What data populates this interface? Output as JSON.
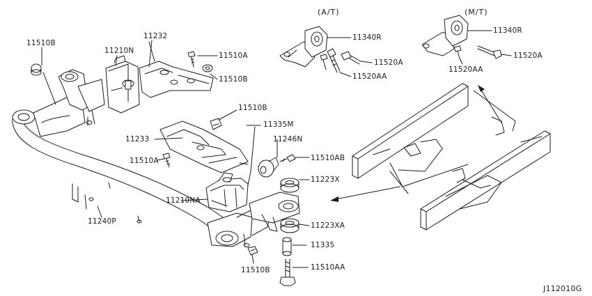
{
  "diagram": {
    "variants": {
      "at": "(A/T)",
      "mt": "(M/T)"
    },
    "callouts": {
      "c11510B_a": "11510B",
      "c11210N": "11210N",
      "c11232": "11232",
      "c11510A_a": "11510A",
      "c11510B_b": "11510B",
      "c11340R_at": "11340R",
      "c11520A_at": "11520A",
      "c11520AA_at": "11520AA",
      "c11340R_mt": "11340R",
      "c11520AA_mt": "11520AA",
      "c11520A_mt": "11520A",
      "c11510B_c": "11510B",
      "c11335M": "11335M",
      "c11233": "11233",
      "c11246N": "11246N",
      "c11510AB": "11510AB",
      "c11510A_b": "11510A",
      "c11223X": "11223X",
      "c11210NA": "11210NA",
      "c11240P": "11240P",
      "c11223XA": "11223XA",
      "c11335": "11335",
      "c11510AA": "11510AA",
      "c11510B_d": "11510B"
    },
    "figure_code": "J112010G"
  }
}
